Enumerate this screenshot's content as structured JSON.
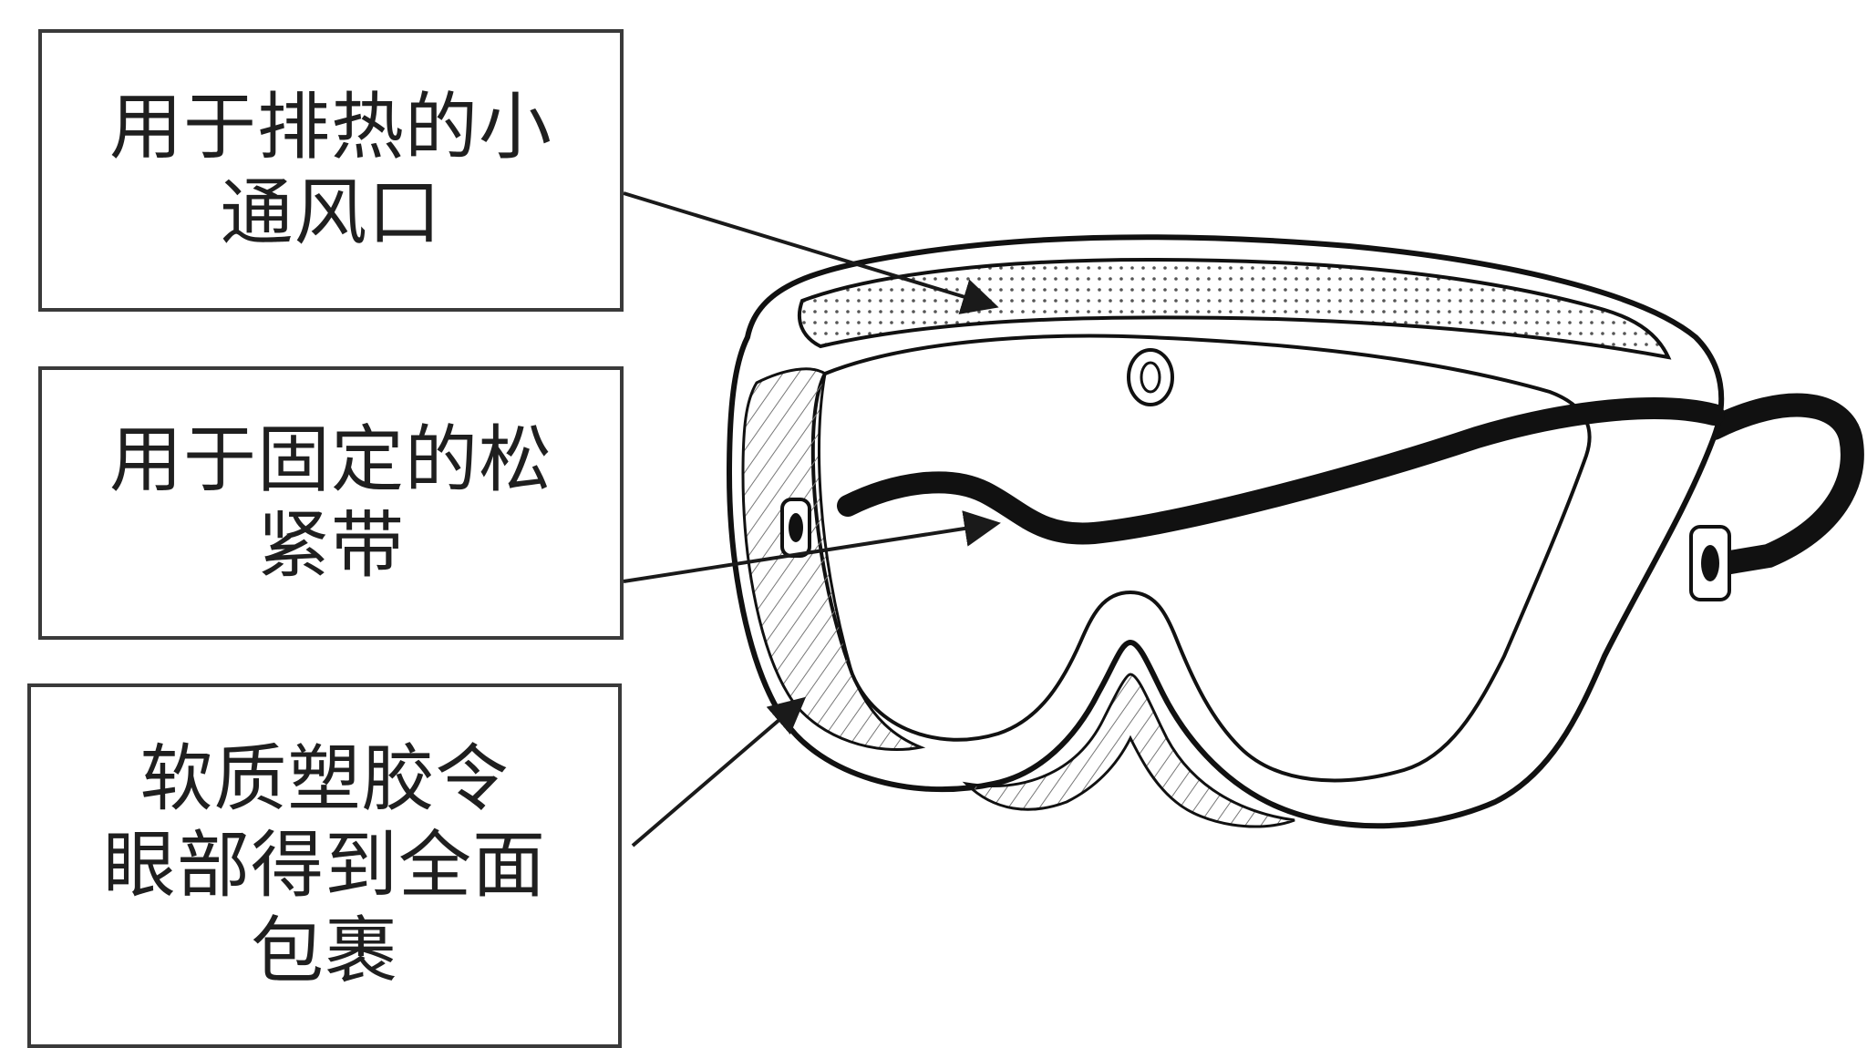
{
  "diagram": {
    "labels": {
      "vents": "用于排热的小\n通风口",
      "strap": "用于固定的松\n紧带",
      "plastic": "软质塑胶令\n眼部得到全面\n包裹"
    },
    "colors": {
      "line": "#1a1a1a",
      "box_border": "#3a3a3a",
      "lens_hatch": "#6a6a6a",
      "background": "#ffffff"
    }
  }
}
